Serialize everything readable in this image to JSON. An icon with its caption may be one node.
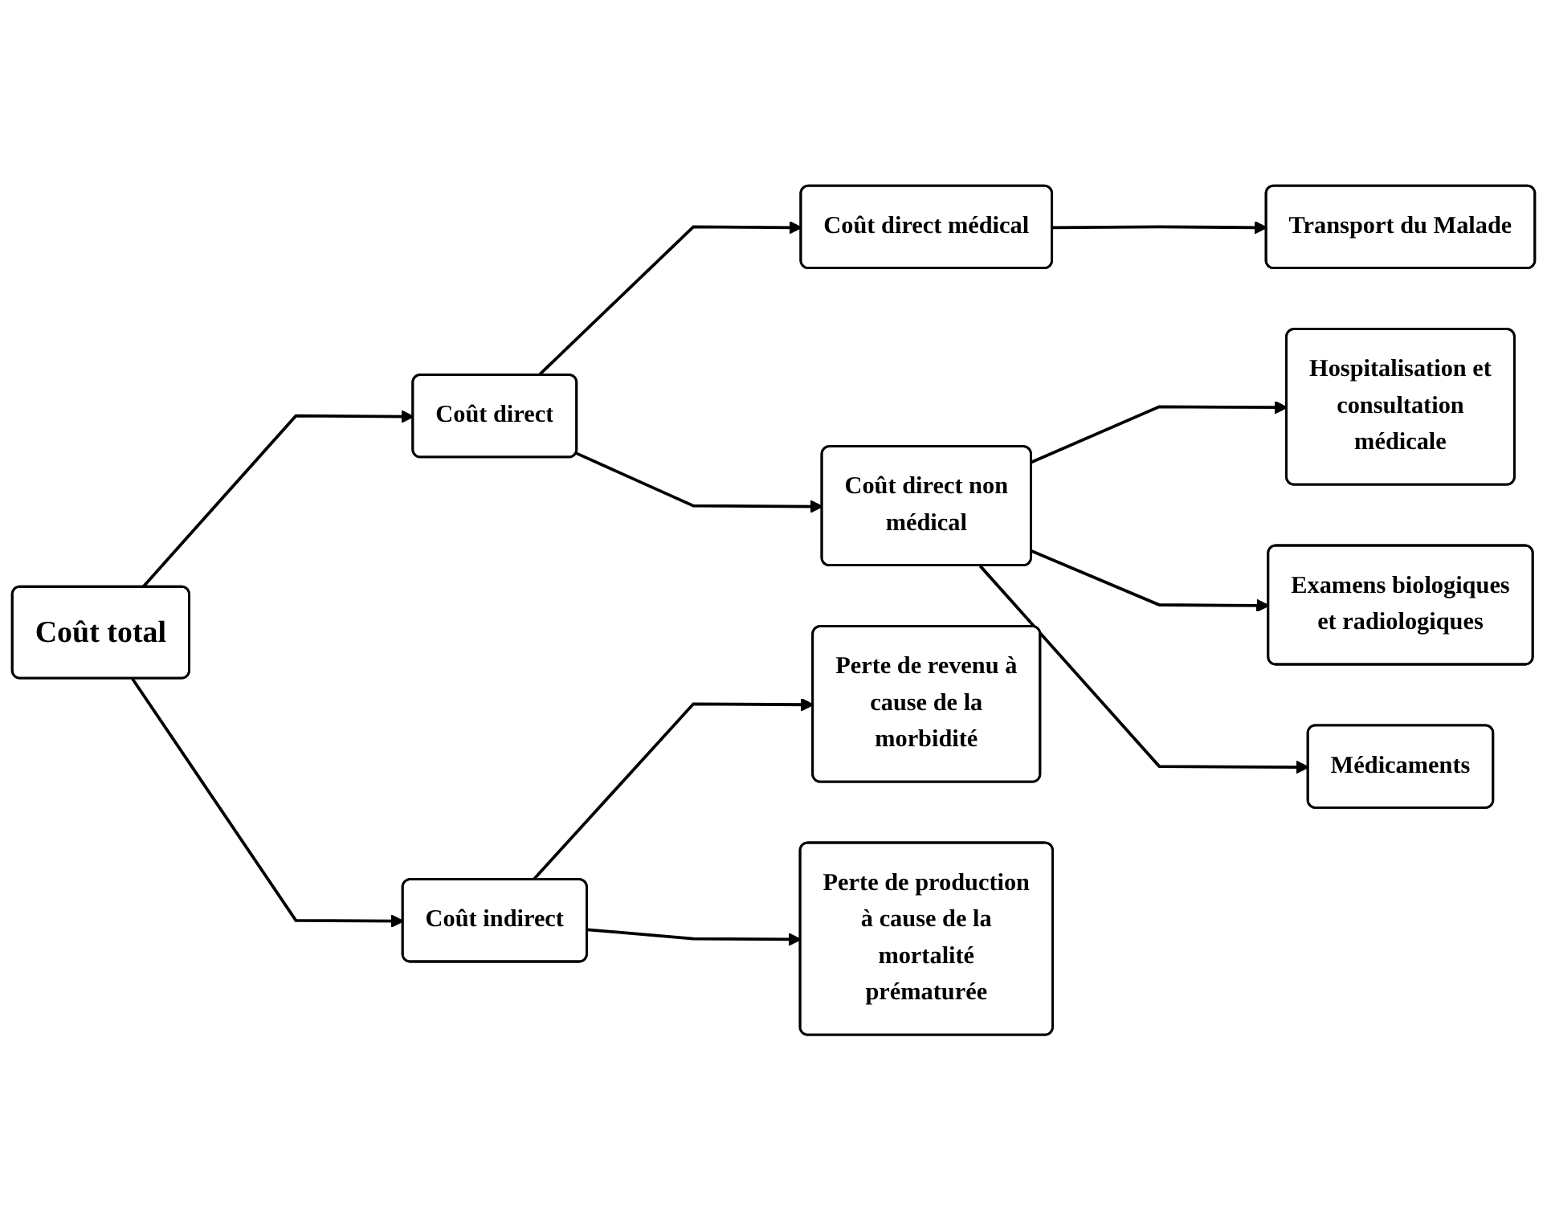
{
  "diagram": {
    "nodes": [
      {
        "text": [
          "Coût total"
        ]
      },
      {
        "text": [
          "Coût direct"
        ]
      },
      {
        "text": [
          "Coût indirect"
        ]
      },
      {
        "text": [
          "Coût direct médical"
        ]
      },
      {
        "text": [
          "Coût direct non médical"
        ]
      },
      {
        "text": [
          "Transport du Malade"
        ]
      },
      {
        "text": [
          "Hospitalisation et consultation médicale"
        ]
      },
      {
        "text": [
          "Examens biologiques et radiologiques"
        ]
      },
      {
        "text": [
          "Médicaments"
        ]
      },
      {
        "text": [
          "Perte de revenu à cause de la morbidité"
        ]
      },
      {
        "text": [
          "Perte de production à cause de la mortalité prématurée"
        ]
      }
    ],
    "edges": [
      {
        "from": 0,
        "to": 1,
        "arrow": "to"
      },
      {
        "from": 0,
        "to": 2,
        "arrow": "to"
      },
      {
        "from": 1,
        "to": 3,
        "arrow": "to"
      },
      {
        "from": 1,
        "to": 4,
        "arrow": "to"
      },
      {
        "from": 3,
        "to": 5,
        "arrow": "to"
      },
      {
        "from": 4,
        "to": 6,
        "arrow": "to"
      },
      {
        "from": 4,
        "to": 7,
        "arrow": "to"
      },
      {
        "from": 4,
        "to": 8,
        "arrow": "to"
      },
      {
        "from": 2,
        "to": 9,
        "arrow": "to"
      },
      {
        "from": 2,
        "to": 10,
        "arrow": "to"
      }
    ]
  }
}
